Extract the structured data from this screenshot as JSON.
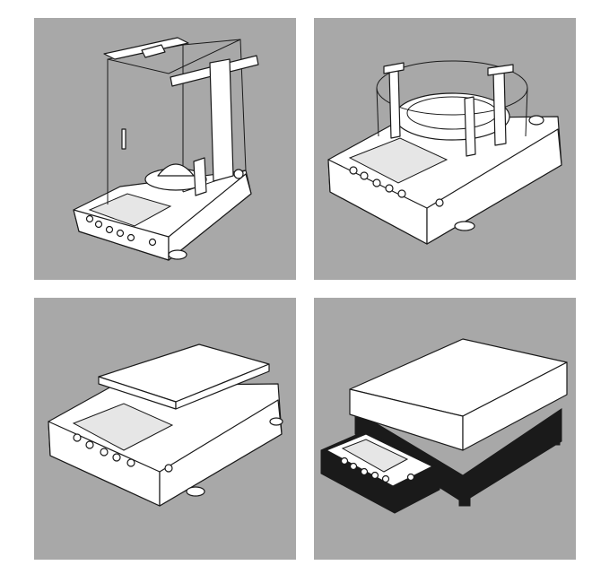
{
  "images": [
    {
      "subject": "analytical-balance-with-draft-shield",
      "icon": "analytical-balance-illustration"
    },
    {
      "subject": "precision-balance-with-round-draft-ring",
      "icon": "round-shield-balance-illustration"
    },
    {
      "subject": "precision-balance-square-pan",
      "icon": "square-pan-balance-illustration"
    },
    {
      "subject": "high-capacity-platform-balance",
      "icon": "platform-balance-illustration"
    }
  ],
  "colors": {
    "panel_background": "#a8a8a8",
    "page_background": "#ffffff",
    "line": "#1a1a1a"
  }
}
